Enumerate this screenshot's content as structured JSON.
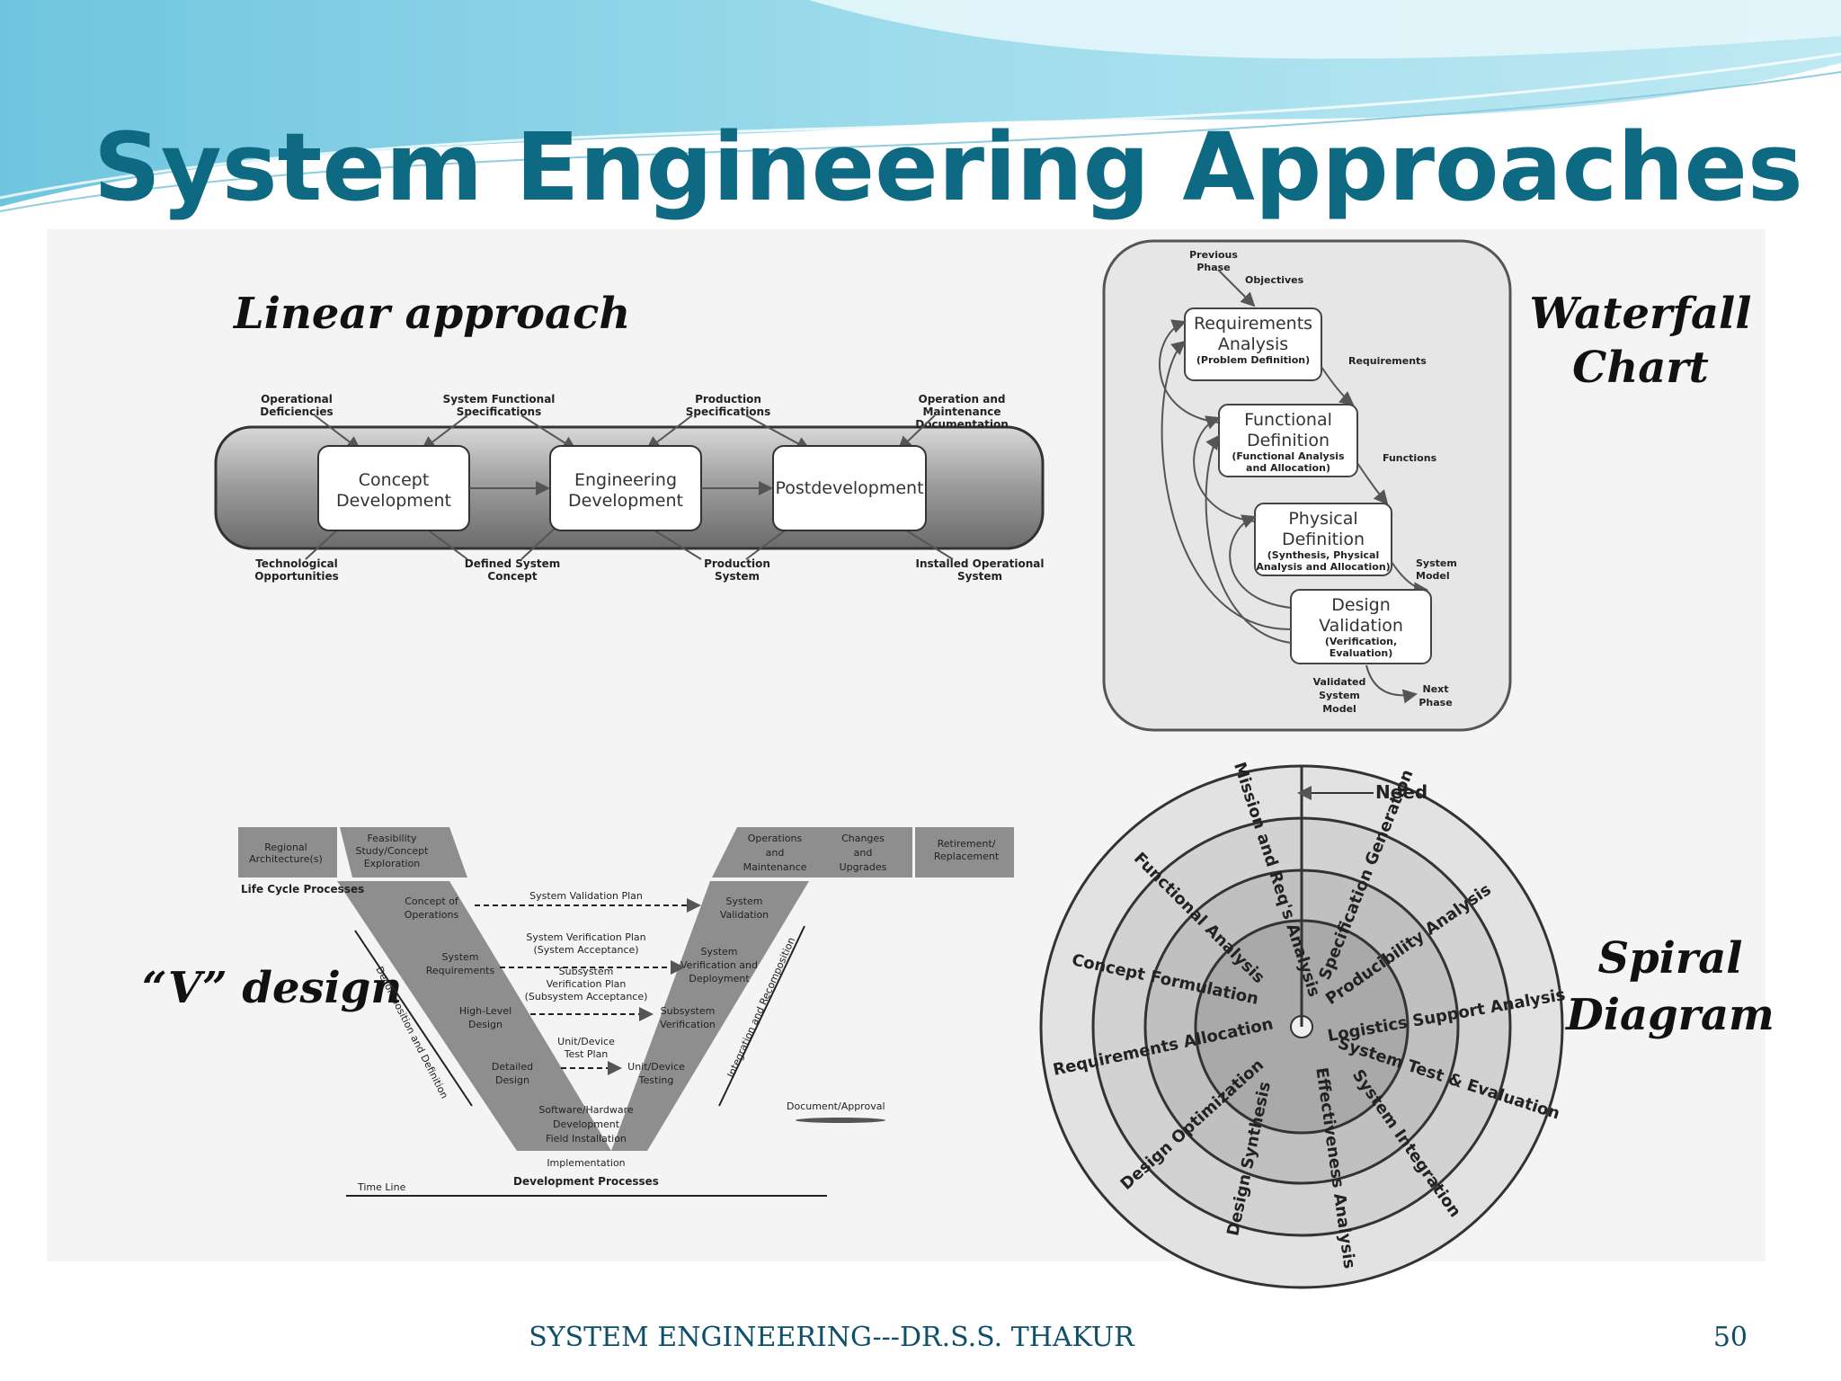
{
  "slide": {
    "title": "System Engineering Approaches",
    "footer": "SYSTEM ENGINEERING---DR.S.S. THAKUR",
    "page_number": "50",
    "colors": {
      "title": "#0e6a82",
      "wave": "#7fd3e6",
      "footer": "#0e4f6a"
    }
  },
  "captions": {
    "linear": "Linear approach",
    "waterfall_1": "Waterfall",
    "waterfall_2": "Chart",
    "v_design": "“V” design",
    "spiral_1": "Spiral",
    "spiral_2": "Diagram"
  },
  "linear": {
    "top_labels": [
      [
        "Operational",
        "Deficiencies"
      ],
      [
        "System Functional",
        "Specifications"
      ],
      [
        "Production",
        "Specifications"
      ],
      [
        "Operation and",
        "Maintenance",
        "Documentation"
      ]
    ],
    "bottom_labels": [
      [
        "Technological",
        "Opportunities"
      ],
      [
        "Defined System",
        "Concept"
      ],
      [
        "Production",
        "System"
      ],
      [
        "Installed Operational",
        "System"
      ]
    ],
    "stages": [
      [
        "Concept",
        "Development"
      ],
      [
        "Engineering",
        "Development"
      ],
      [
        "Postdevelopment"
      ]
    ]
  },
  "waterfall": {
    "previous_phase": [
      "Previous",
      "Phase"
    ],
    "objectives": "Objectives",
    "steps": [
      {
        "title": [
          "Requirements",
          "Analysis"
        ],
        "sub": [
          "(Problem Definition)"
        ],
        "output": [
          "Requirements"
        ]
      },
      {
        "title": [
          "Functional",
          "Definition"
        ],
        "sub": [
          "(Functional Analysis",
          "and Allocation)"
        ],
        "output": [
          "Functions"
        ]
      },
      {
        "title": [
          "Physical",
          "Definition"
        ],
        "sub": [
          "(Synthesis, Physical",
          "Analysis and Allocation)"
        ],
        "output": [
          "System",
          "Model"
        ]
      },
      {
        "title": [
          "Design",
          "Validation"
        ],
        "sub": [
          "(Verification,",
          "Evaluation)"
        ],
        "output": []
      }
    ],
    "validated": [
      "Validated",
      "System",
      "Model"
    ],
    "next_phase": [
      "Next",
      "Phase"
    ]
  },
  "vdesign": {
    "regional": [
      "Regional",
      "Architecture(s)"
    ],
    "feasibility": [
      "Feasibility",
      "Study/Concept",
      "Exploration"
    ],
    "operations": [
      "Operations",
      "and",
      "Maintenance"
    ],
    "changes": [
      "Changes",
      "and",
      "Upgrades"
    ],
    "retirement": [
      "Retirement/",
      "Replacement"
    ],
    "life_cycle": "Life Cycle Processes",
    "left": [
      [
        "Concept of",
        "Operations"
      ],
      [
        "System",
        "Requirements"
      ],
      [
        "High-Level",
        "Design"
      ],
      [
        "Detailed",
        "Design"
      ]
    ],
    "right": [
      [
        "System",
        "Validation"
      ],
      [
        "System",
        "Verification and",
        "Deployment"
      ],
      [
        "Subsystem",
        "Verification"
      ],
      [
        "Unit/Device",
        "Testing"
      ]
    ],
    "plans": [
      [
        "System Validation Plan"
      ],
      [
        "System Verification Plan",
        "(System Acceptance)"
      ],
      [
        "Subsystem",
        "Verification Plan",
        "(Subsystem Acceptance)"
      ],
      [
        "Unit/Device",
        "Test Plan"
      ]
    ],
    "bottom": [
      "Software/Hardware",
      "Development",
      "Field Installation"
    ],
    "implementation": "Implementation",
    "dev_processes": "Development Processes",
    "timeline": "Time Line",
    "doc_approval": "Document/Approval",
    "decomposition": "Decomposition and Definition",
    "integration": "Integration and Recomposition"
  },
  "spiral": {
    "need": "Need",
    "labels": [
      "Mission and Req's Analysis",
      "Specification Generation",
      "Functional Analysis",
      "Producibility Analysis",
      "Concept Formulation",
      "Logistics Support Analysis",
      "Requirements Allocation",
      "System Test & Evaluation",
      "Design Optimization",
      "System Integration",
      "Design Synthesis",
      "Effectiveness Analysis"
    ]
  }
}
